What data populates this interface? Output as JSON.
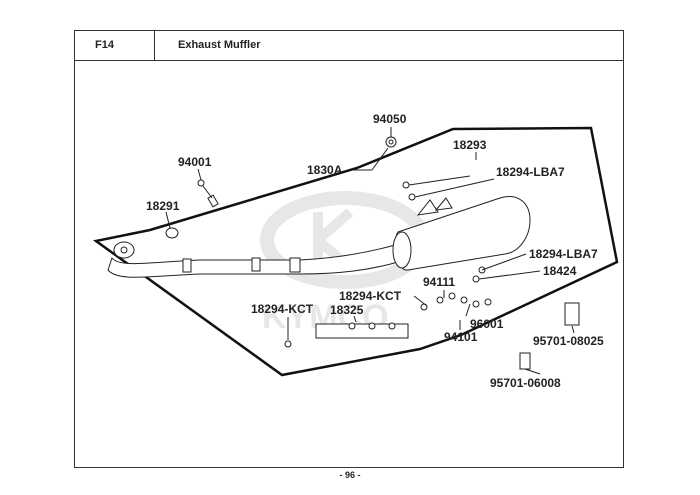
{
  "header": {
    "code": "F14",
    "title": "Exhaust Muffler"
  },
  "footer": {
    "page_number": "- 96 -"
  },
  "watermark": {
    "text": "KYMCO",
    "color": "#d9d9d9"
  },
  "labels": {
    "p94050": "94050",
    "p94001": "94001",
    "p18293": "18293",
    "p1830A": "1830A",
    "p18294_LBA7_top": "18294-LBA7",
    "p18291": "18291",
    "p18294_LBA7_right": "18294-LBA7",
    "p18424": "18424",
    "p94111": "94111",
    "p18294_KCT_mid": "18294-KCT",
    "p18294_KCT_left": "18294-KCT",
    "p18325": "18325",
    "p96001": "96001",
    "p94101": "94101",
    "p95701_08025": "95701-08025",
    "p95701_06008": "95701-06008"
  }
}
